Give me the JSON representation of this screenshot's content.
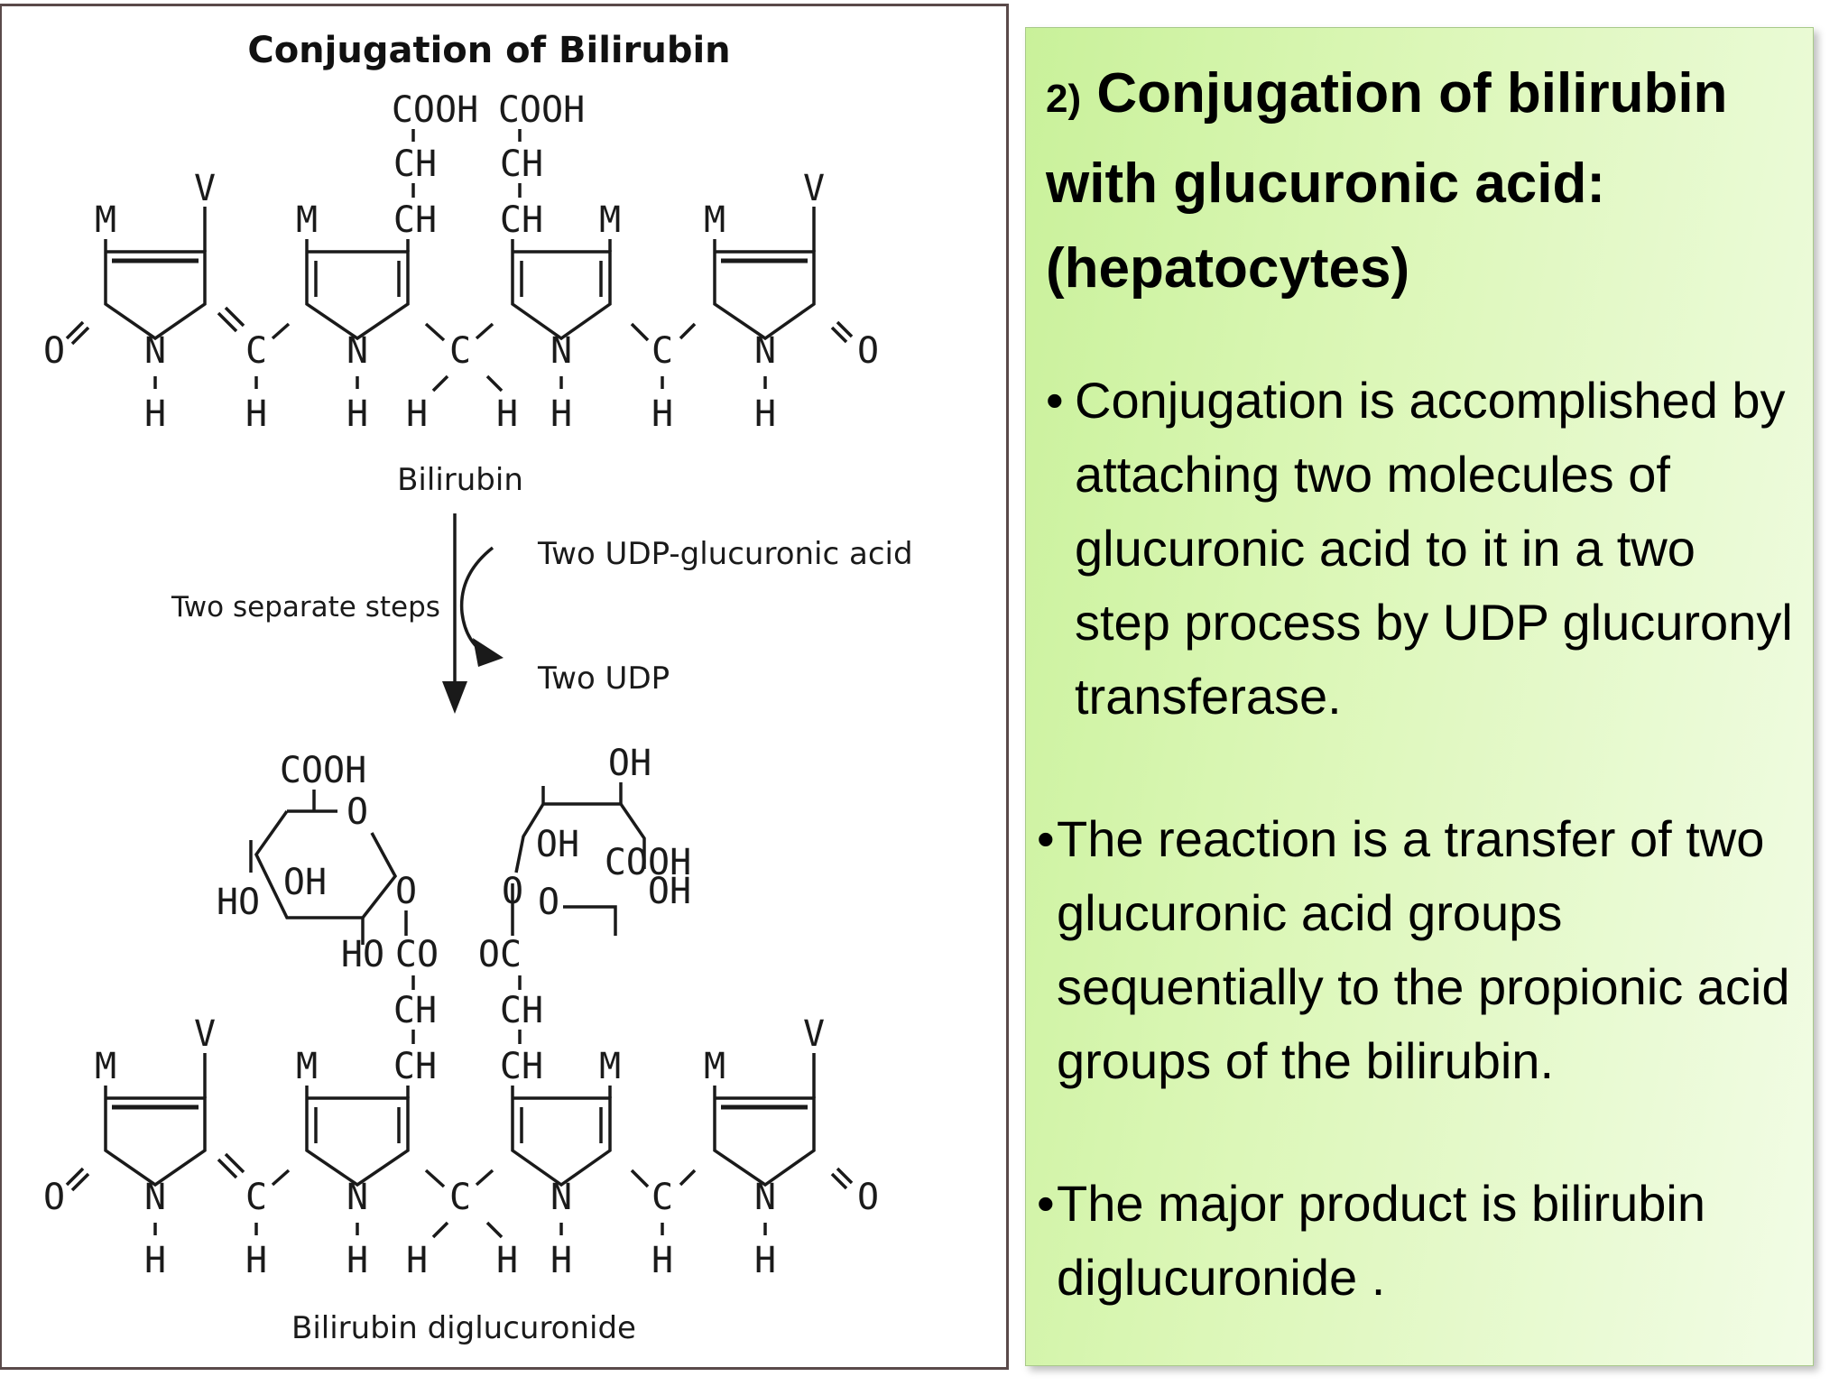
{
  "figure": {
    "title": "Conjugation of Bilirubin",
    "top_label": "Bilirubin",
    "bottom_label": "Bilirubin diglucuronide",
    "arrow_reagent": "Two UDP-glucuronic acid",
    "arrow_product": "Two UDP",
    "arrow_side_note": "Two separate steps",
    "atoms": {
      "cooh": "COOH",
      "ch": "CH",
      "m": "M",
      "v": "V",
      "o": "O",
      "n": "N",
      "h": "H",
      "c": "C",
      "oh": "OH",
      "ho": "HO",
      "co": "CO",
      "oc": "OC"
    }
  },
  "slide": {
    "heading_number": "2)",
    "heading_text": "Conjugation of bilirubin with glucuronic acid: (hepatocytes)",
    "bullets": [
      {
        "marker": "•",
        "text": "Conjugation is accomplished by attaching two molecules of glucuronic acid to it in a two step process by UDP glucuronyl transferase."
      },
      {
        "marker": "•",
        "text": "The reaction is a transfer of two glucuronic acid groups sequentially to the propionic acid groups of the bilirubin."
      },
      {
        "marker": "•",
        "text": "The major product is bilirubin diglucuronide ."
      }
    ]
  }
}
